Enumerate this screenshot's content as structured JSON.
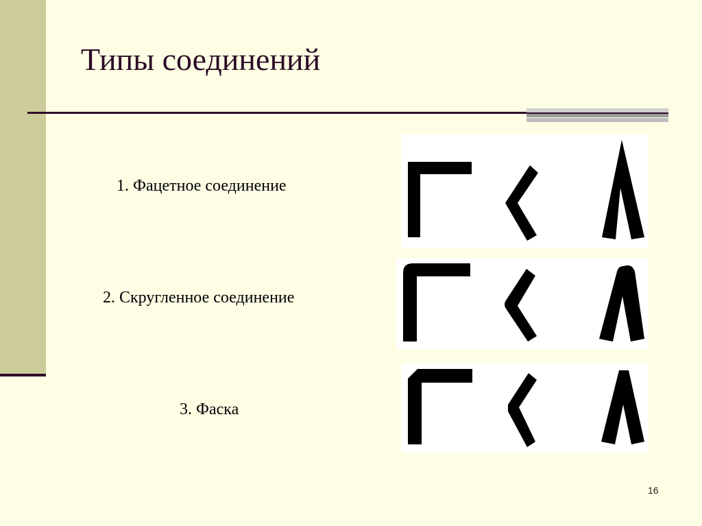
{
  "slide": {
    "title": "Типы соединений",
    "page_number": "16"
  },
  "items": [
    {
      "label": "1. Фацетное соединение",
      "figure": "faceted-joints-icon"
    },
    {
      "label": "2. Скругленное соединение",
      "figure": "rounded-joints-icon"
    },
    {
      "label": "3. Фаска",
      "figure": "chamfer-joints-icon"
    }
  ],
  "colors": {
    "background": "#fefee4",
    "sidebar": "#cccc9a",
    "accent_dark": "#2e0a2a",
    "title_text": "#2b0a26"
  }
}
